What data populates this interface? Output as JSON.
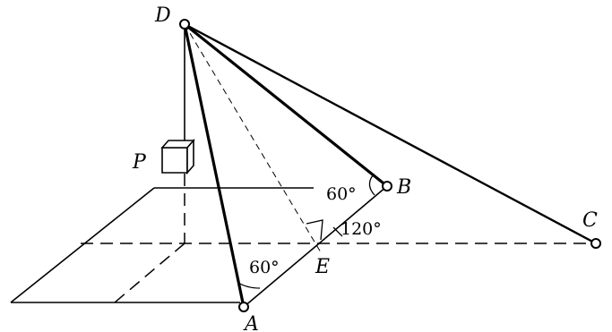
{
  "labels": {
    "D": "D",
    "P": "P",
    "B": "B",
    "C": "C",
    "E": "E",
    "A": "A"
  },
  "angles": {
    "at_B": "60°",
    "at_E": "120°",
    "at_A": "60°"
  },
  "colors": {
    "ink": "#000000",
    "paper": "#ffffff"
  }
}
